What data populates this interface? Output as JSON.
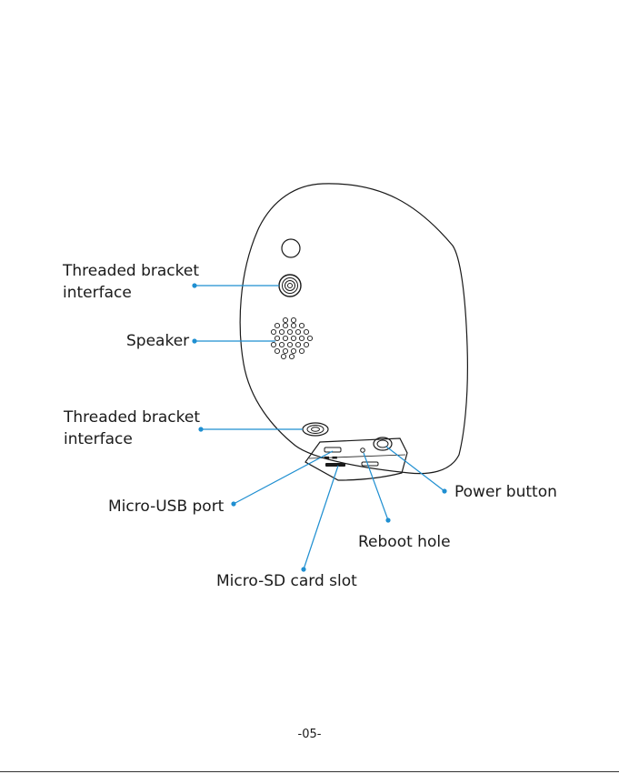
{
  "colors": {
    "outline": "#1a1a1a",
    "leader": "#1f8fd1",
    "text": "#1a1a1a"
  },
  "labels": {
    "bracket_top_line1": "Threaded bracket",
    "bracket_top_line2": "interface",
    "speaker": "Speaker",
    "bracket_bottom_line1": "Threaded bracket",
    "bracket_bottom_line2": "interface",
    "micro_usb": "Micro-USB port",
    "power_button": "Power button",
    "reboot_hole": "Reboot hole",
    "micro_sd": "Micro-SD card slot"
  },
  "page_number": "-05-"
}
